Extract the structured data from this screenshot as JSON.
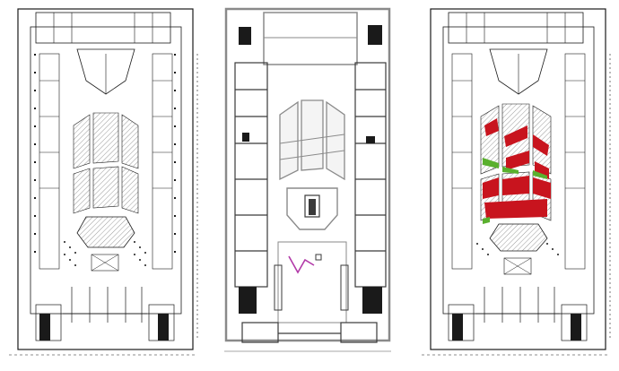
{
  "panels": [
    {
      "id": "plan-left",
      "style": "hatched-plan"
    },
    {
      "id": "plan-middle",
      "style": "grey-plan",
      "annotation_color": "#b23aa8"
    },
    {
      "id": "plan-right",
      "style": "highlighted-plan",
      "highlight_colors": {
        "primary": "#c8141e",
        "secondary": "#5ab02e"
      }
    }
  ],
  "colors": {
    "line": "#1a1a1a",
    "grey_wall": "#8a8a8a",
    "hatch": "#9a9a9a",
    "red": "#c8141e",
    "green": "#5ab02e",
    "magenta": "#b23aa8"
  }
}
